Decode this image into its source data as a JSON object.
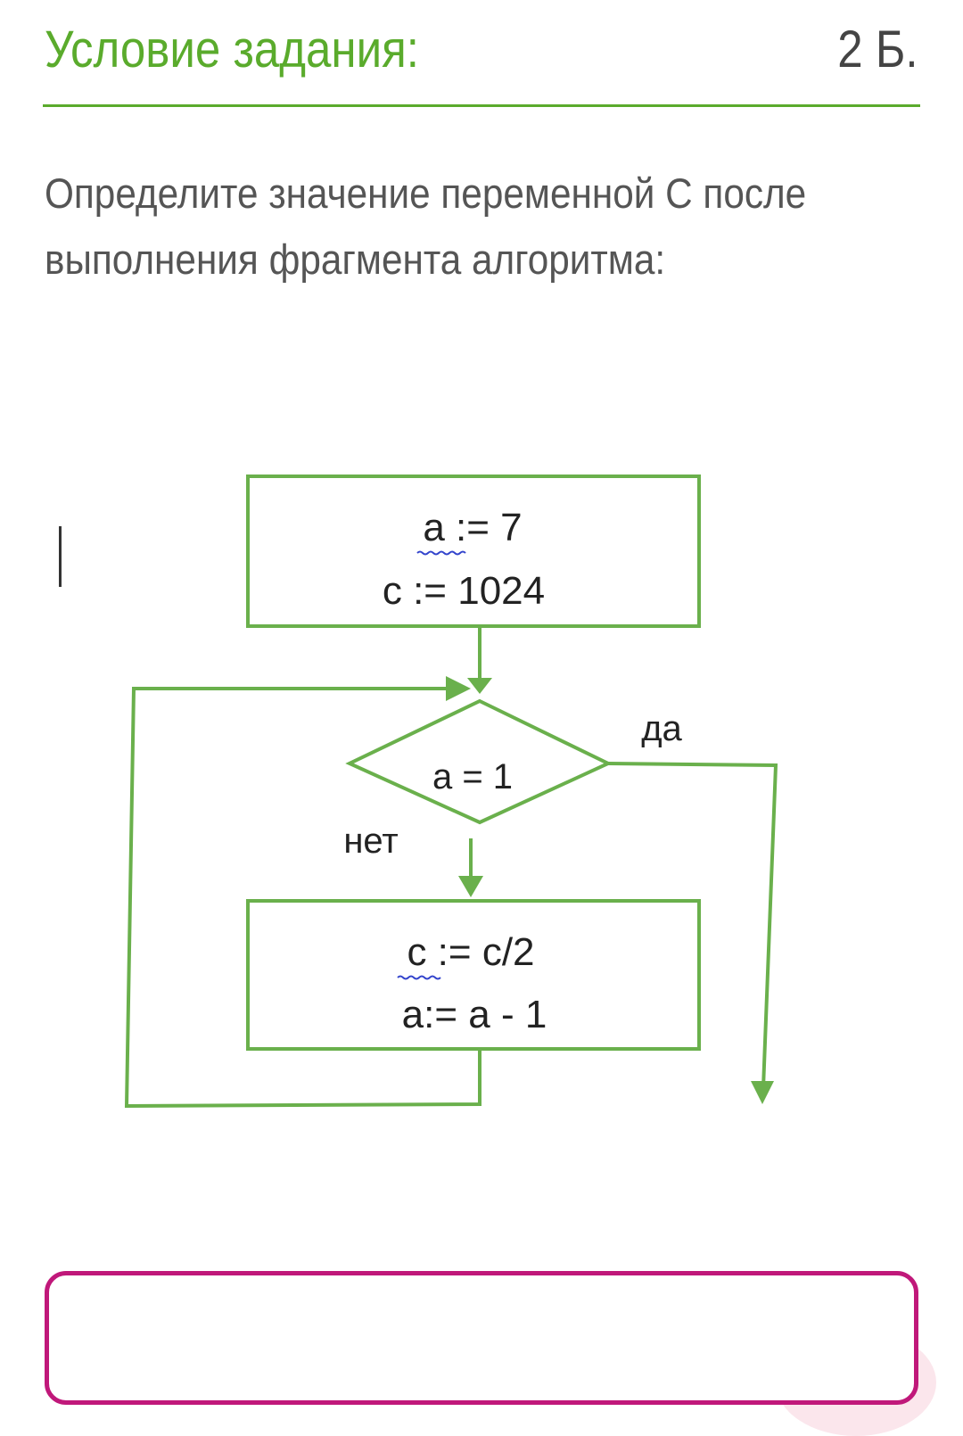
{
  "header": {
    "title": "Условие задания:",
    "points": "2 Б."
  },
  "question": {
    "text": "Определите значение переменной С после выполнения фрагмента алгоритма:"
  },
  "flowchart": {
    "init_line1": "a := 7",
    "init_line2": "c := 1024",
    "condition": "a = 1",
    "yes_label": "да",
    "no_label": "нет",
    "body_line1": "c := c/2",
    "body_line2": "a:= a - 1"
  },
  "colors": {
    "accent": "#5aab2c",
    "flow": "#6ab04c",
    "answer_border": "#c0187a"
  }
}
